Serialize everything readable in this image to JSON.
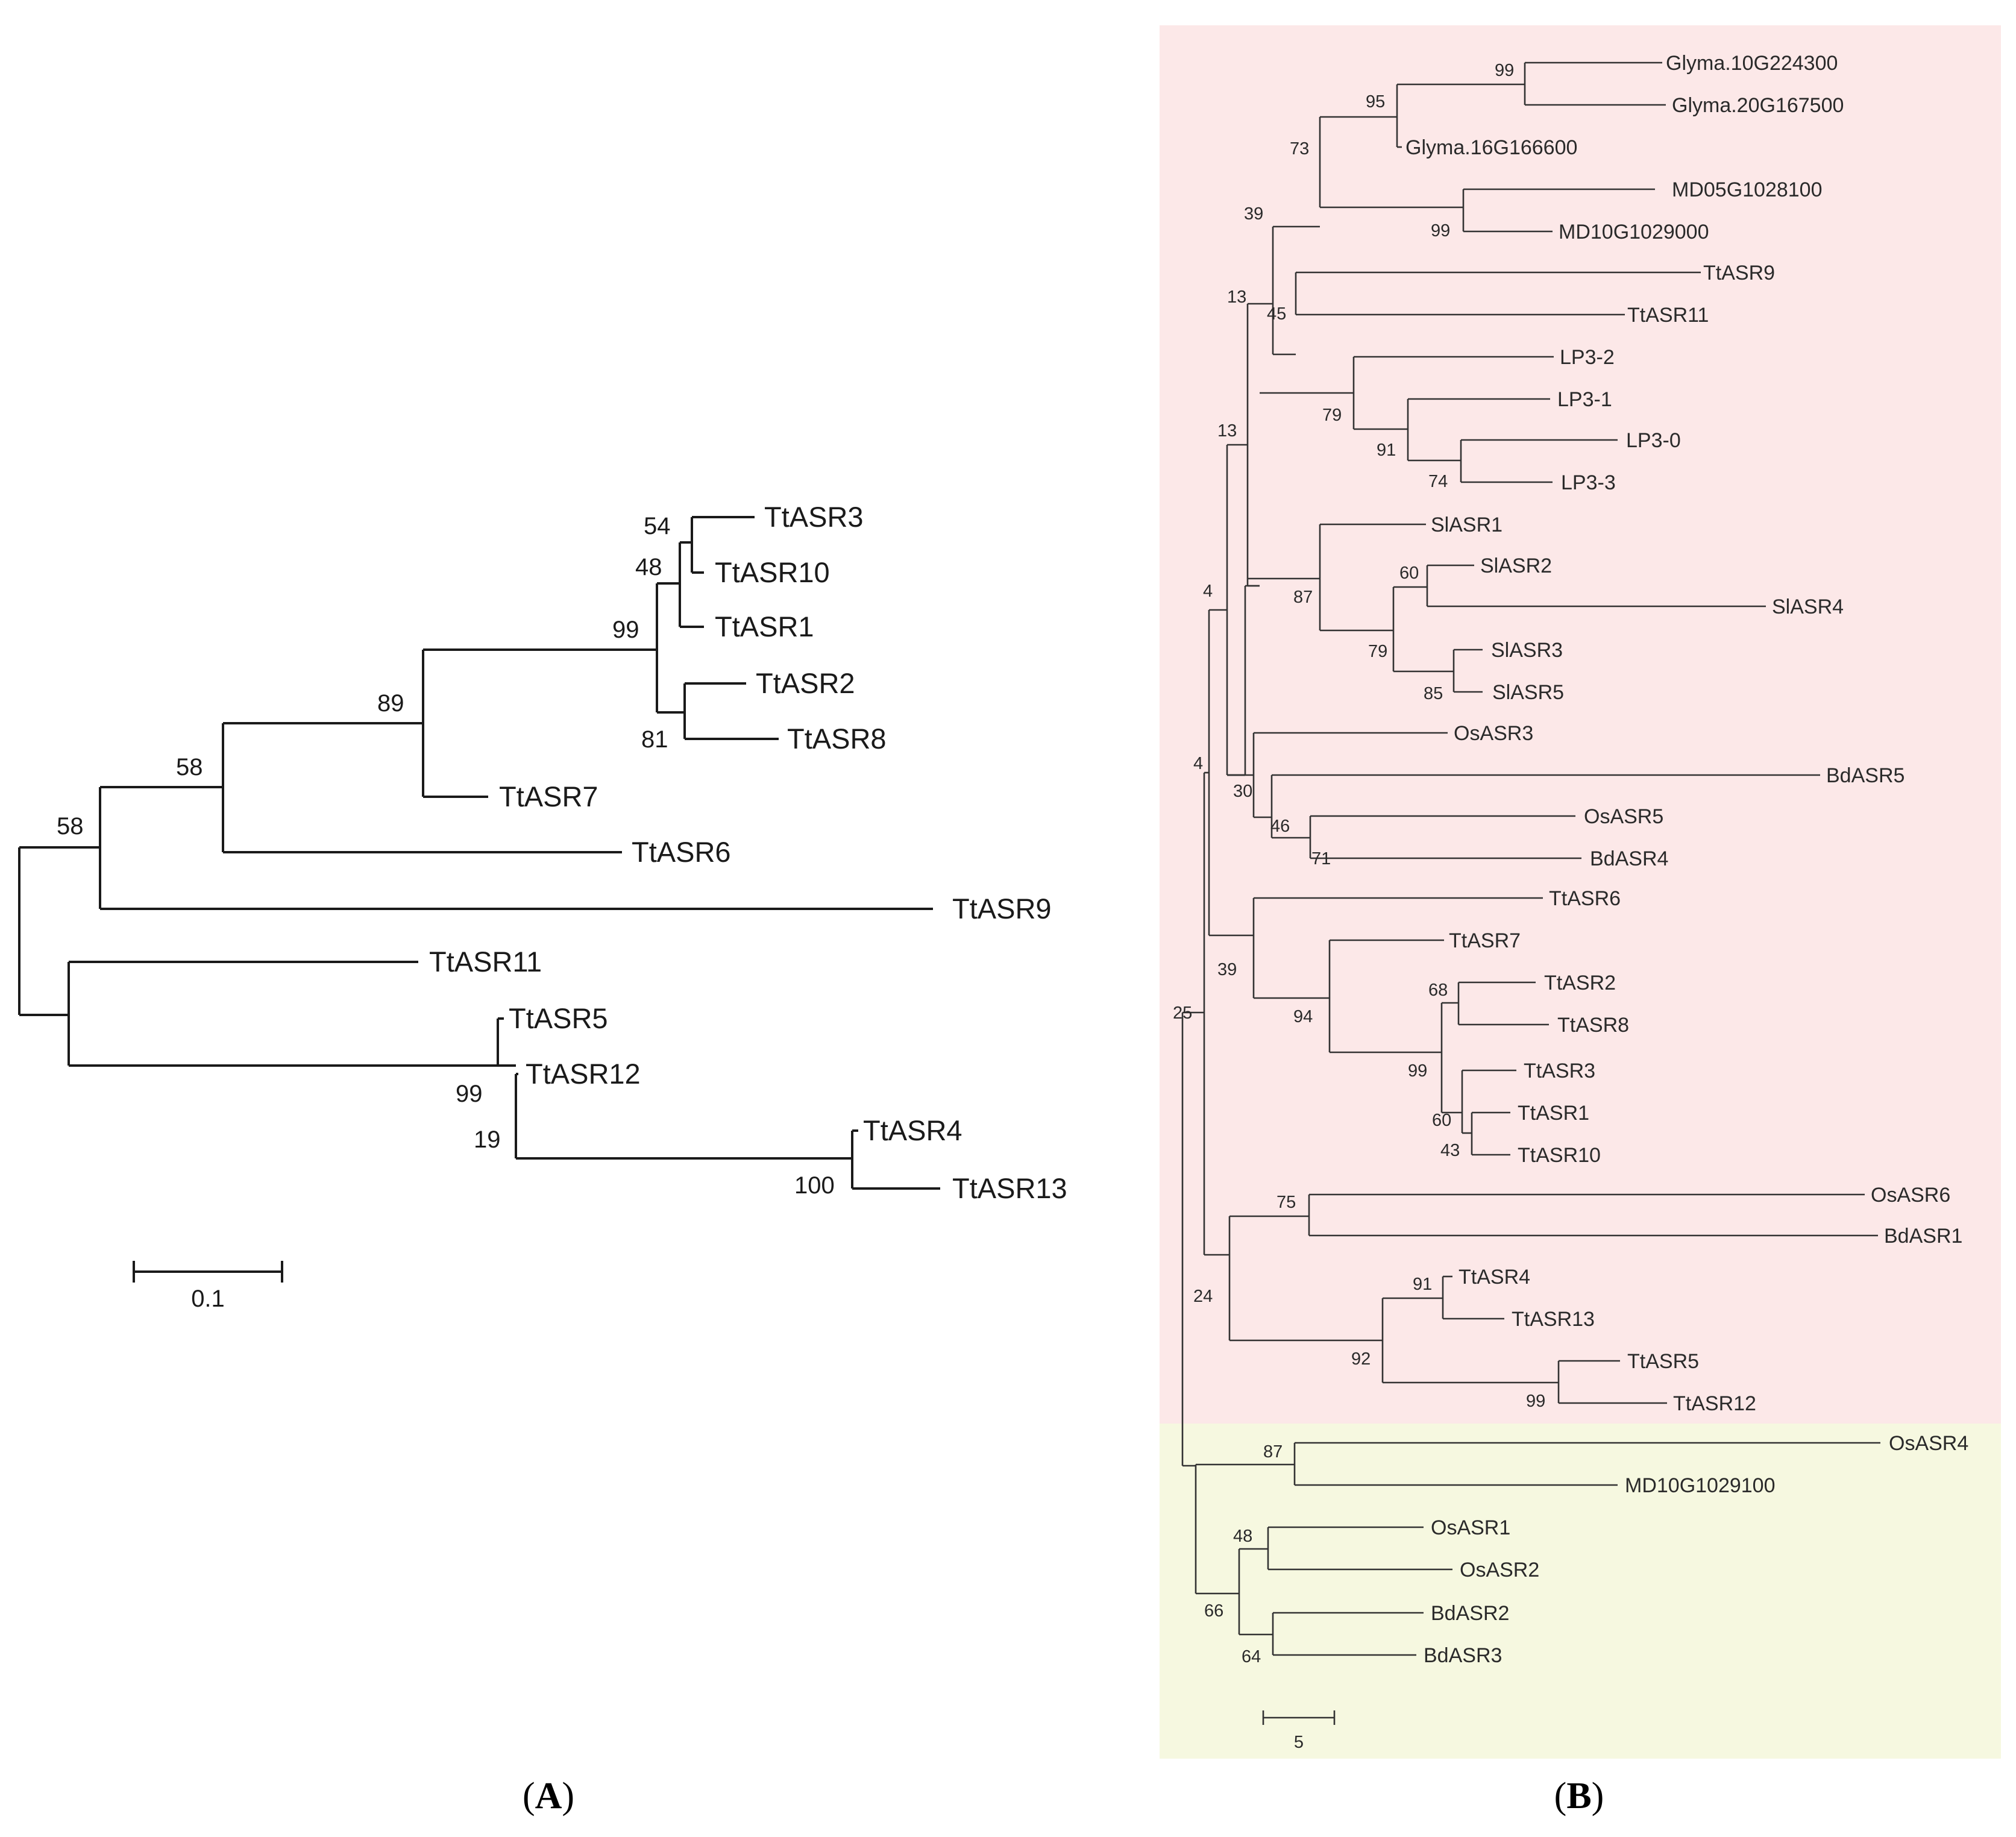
{
  "panel_a": {
    "caption_open": "(",
    "caption_letter": "A",
    "caption_close": ")",
    "scale_label": "0.1",
    "leaf_labels": [
      "TtASR3",
      "TtASR10",
      "TtASR1",
      "TtASR2",
      "TtASR8",
      "TtASR7",
      "TtASR6",
      "TtASR9",
      "TtASR11",
      "TtASR5",
      "TtASR12",
      "TtASR4",
      "TtASR13"
    ],
    "bootstrap_values": [
      "54",
      "48",
      "99",
      "81",
      "89",
      "58",
      "58",
      "99",
      "19",
      "100"
    ]
  },
  "panel_b": {
    "caption_open": "(",
    "caption_letter": "B",
    "caption_close": ")",
    "scale_label": "5",
    "leaf_labels": [
      "Glyma.10G224300",
      "Glyma.20G167500",
      "Glyma.16G166600",
      "MD05G1028100",
      "MD10G1029000",
      "TtASR9",
      "TtASR11",
      "LP3-2",
      "LP3-1",
      "LP3-0",
      "LP3-3",
      "SlASR1",
      "SlASR2",
      "SlASR4",
      "SlASR3",
      "SlASR5",
      "OsASR3",
      "BdASR5",
      "OsASR5",
      "BdASR4",
      "TtASR6",
      "TtASR7",
      "TtASR2",
      "TtASR8",
      "TtASR3",
      "TtASR1",
      "TtASR10",
      "OsASR6",
      "BdASR1",
      "TtASR4",
      "TtASR13",
      "TtASR5",
      "TtASR12",
      "OsASR4",
      "MD10G1029100",
      "OsASR1",
      "OsASR2",
      "BdASR2",
      "BdASR3"
    ],
    "bootstrap_values": [
      "99",
      "95",
      "73",
      "99",
      "39",
      "13",
      "45",
      "79",
      "91",
      "74",
      "13",
      "60",
      "87",
      "79",
      "85",
      "4",
      "4",
      "30",
      "46",
      "71",
      "39",
      "94",
      "68",
      "99",
      "60",
      "43",
      "25",
      "75",
      "24",
      "91",
      "92",
      "99",
      "87",
      "48",
      "66",
      "64"
    ],
    "group_colors": {
      "upper_group": "#fce8e8",
      "lower_group": "#f6f8e0"
    }
  }
}
